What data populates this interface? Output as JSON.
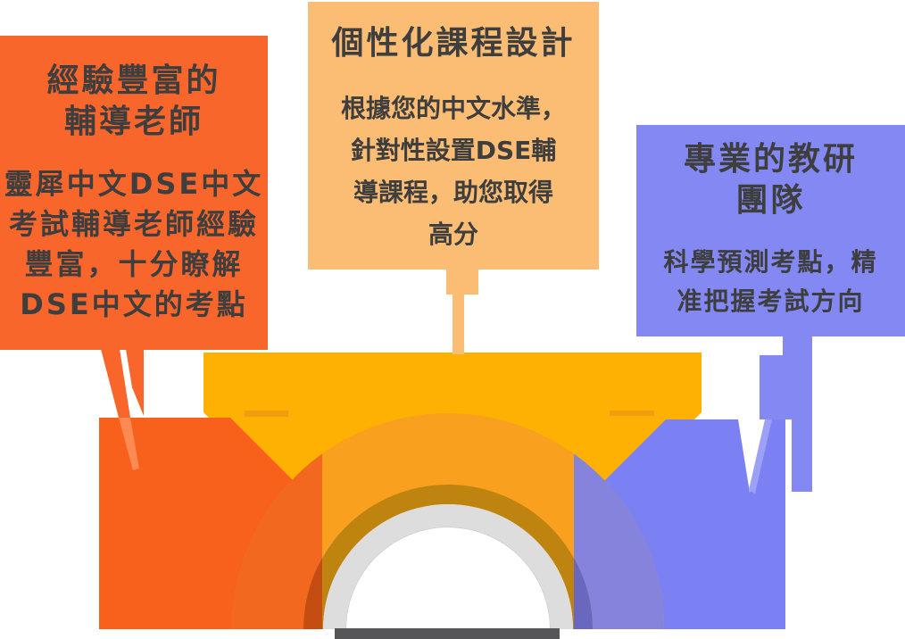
{
  "callouts": {
    "experience": {
      "title_lines": [
        "經驗豐富的",
        "輔導老師"
      ],
      "body_lines": [
        "靈犀中文DSE中文",
        "考試輔導老師經驗",
        "豐富，十分瞭解",
        "DSE中文的考點"
      ]
    },
    "course": {
      "title": "個性化課程設計",
      "body_lines": [
        "根據您的中文水準，",
        "針對性設置DSE輔",
        "導課程，助您取得",
        "高分"
      ]
    },
    "team": {
      "title_lines": [
        "專業的教研",
        "團隊"
      ],
      "body_lines": [
        "科學預測考點，精",
        "准把握考試方向"
      ]
    }
  },
  "colors": {
    "box-orange": "#F8662B",
    "box-peach": "#FBBD73",
    "box-purple": "#8388F2",
    "text-dark": "#3E3E3E",
    "ribbon-yellow": "#FFB103",
    "ring-orange": "#F9A01E",
    "ring-orange-left": "#F2681F",
    "ring-orange-right": "#8583DC",
    "ring-ochre": "#BF830F",
    "ring-ochre-left": "#C54D12",
    "ring-ochre-right": "#6A67C0",
    "ring-gray": "#DDDDDD",
    "disk-white": "#FFFFFF",
    "bar-gray": "#565659",
    "block-orange": "#F7611C",
    "block-purple": "#7B80F2",
    "needle-orange": "#FC8A52",
    "needle-purple": "#9DA1F6",
    "fold-shade": "#F49C10"
  }
}
